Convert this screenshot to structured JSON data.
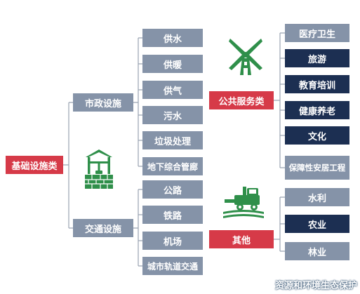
{
  "colors": {
    "gray": "#8593a8",
    "navy": "#1c2f52",
    "red": "#d63a48",
    "green": "#2f8f4a",
    "line": "#9aa4b2"
  },
  "root": {
    "label": "基础设施类"
  },
  "municipal": {
    "label": "市政设施",
    "items": [
      "供水",
      "供暖",
      "供气",
      "污水",
      "垃圾处理",
      "地下综合管廊"
    ]
  },
  "transport": {
    "label": "交通设施",
    "items": [
      "公路",
      "铁路",
      "机场",
      "城市轨道交通"
    ]
  },
  "public_service": {
    "label": "公共服务类",
    "items": [
      "医疗卫生",
      "旅游",
      "教育培训",
      "健康养老",
      "文化",
      "保障性安居工程"
    ]
  },
  "other": {
    "label": "其他",
    "items": [
      "水利",
      "农业",
      "林业"
    ]
  },
  "icons": [
    "well-icon",
    "windmill-icon",
    "harvester-icon"
  ],
  "watermark": "资源和环境生态保护"
}
